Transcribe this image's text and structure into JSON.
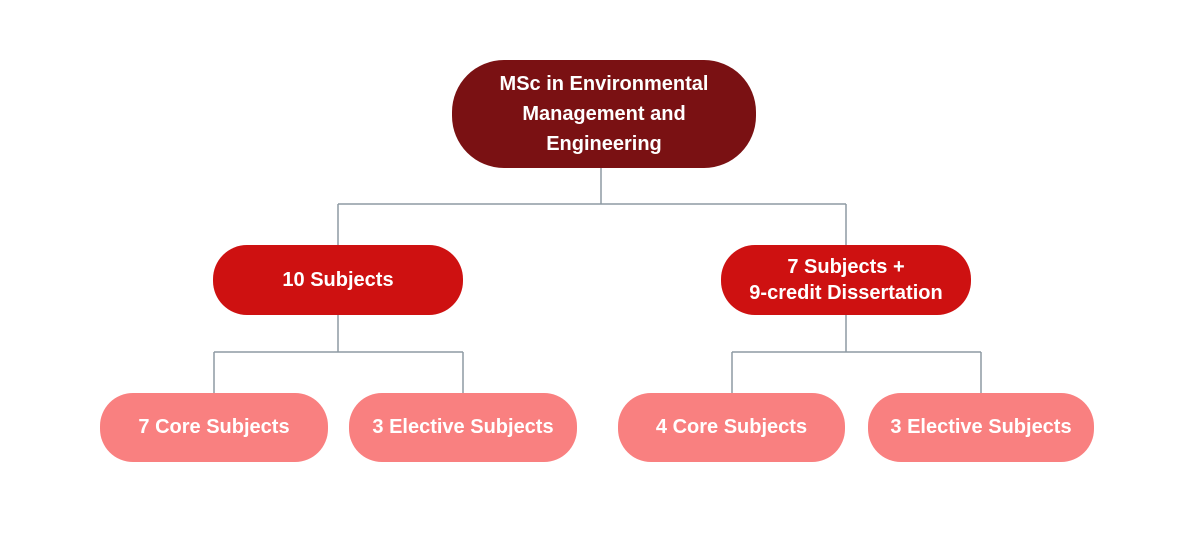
{
  "diagram": {
    "title": "Programme structure flowchart",
    "root": {
      "label": "MSc in Environmental\nManagement and\nEngineering"
    },
    "level2": [
      {
        "label": "10 Subjects"
      },
      {
        "label": "7 Subjects +\n9-credit Dissertation"
      }
    ],
    "level3": [
      {
        "label": "7 Core Subjects",
        "parent": "10 Subjects"
      },
      {
        "label": "3 Elective Subjects",
        "parent": "10 Subjects"
      },
      {
        "label": "4 Core Subjects",
        "parent": "7 Subjects + 9-credit Dissertation"
      },
      {
        "label": "3 Elective Subjects",
        "parent": "7 Subjects + 9-credit Dissertation"
      }
    ],
    "colors": {
      "root_bg": "#7a1113",
      "level2_bg": "#ce1111",
      "level3_bg": "#f98080",
      "text": "#ffffff",
      "connector": "#8d9aa3",
      "background": "#ffffff"
    }
  }
}
